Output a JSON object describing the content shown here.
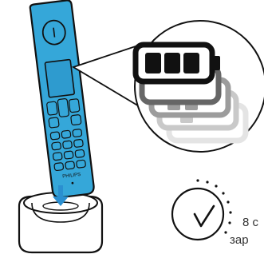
{
  "illustration": {
    "brand_text": "PHILIPS",
    "charge_time_text": "8 с",
    "charge_label_text": "зар",
    "colors": {
      "handset": "#35a7d9",
      "outline": "#111111",
      "arrow": "#2a8fd0",
      "base_fill": "#ffffff"
    },
    "battery_level_fraction": 1.0
  }
}
